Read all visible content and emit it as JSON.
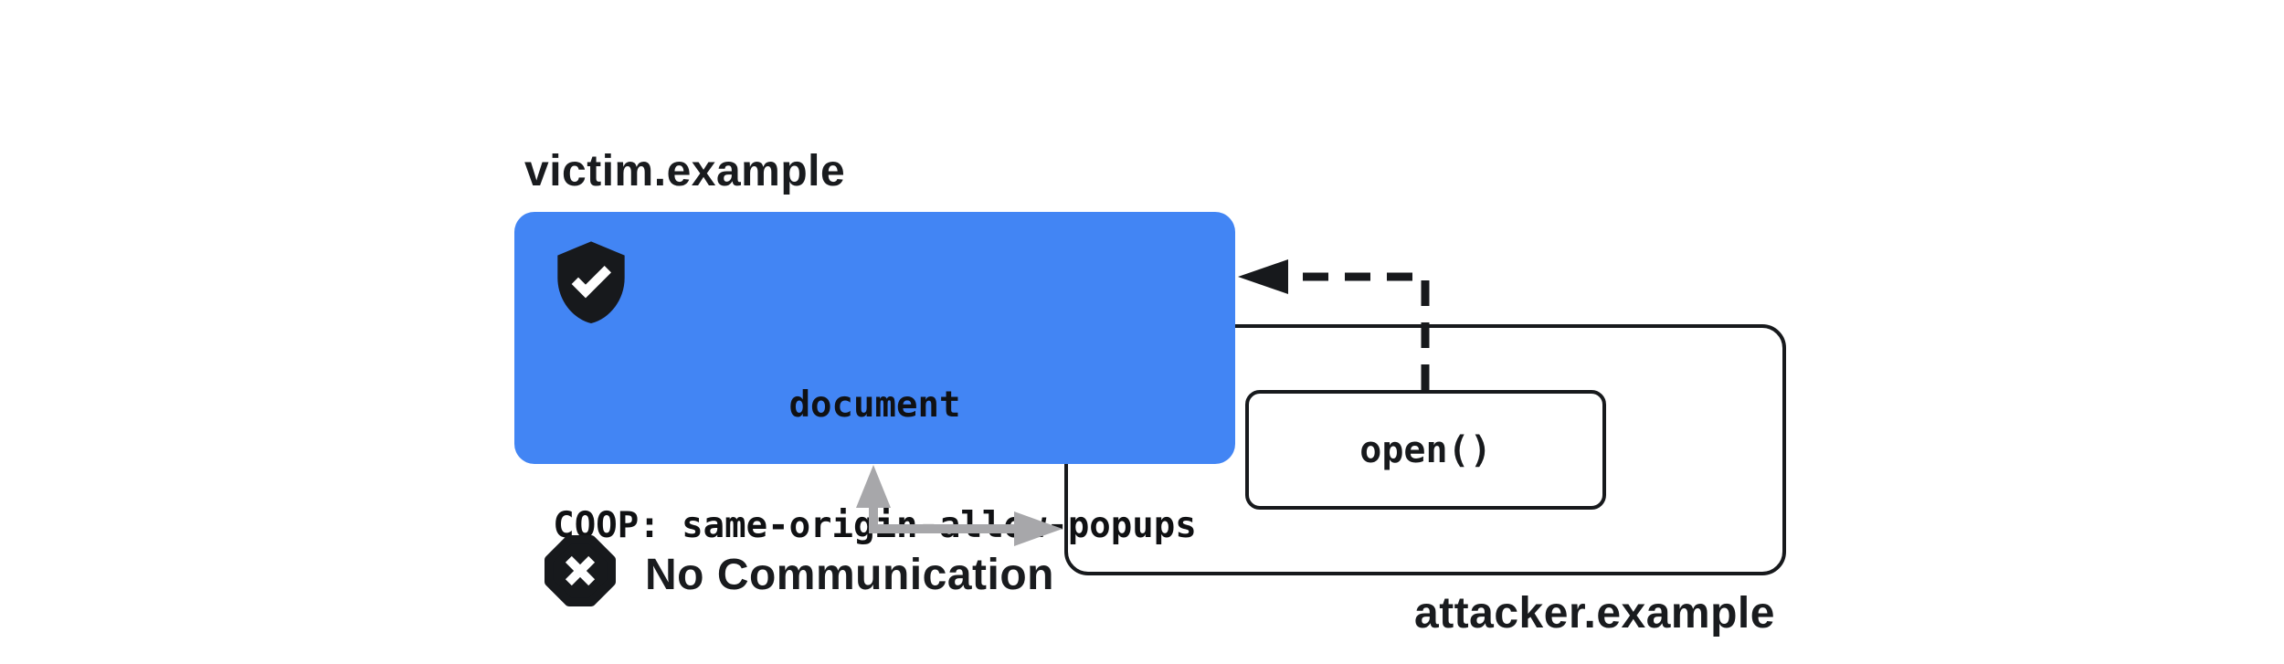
{
  "diagram": {
    "title_context": "COOP same-origin-allow-popups diagram",
    "victim": {
      "label": "victim.example",
      "box_lines": {
        "line1": "document",
        "line2": "COOP: same-origin-allow-popups"
      },
      "shield_icon": "shield-check-icon",
      "box_color": "#4285f4"
    },
    "attacker": {
      "label": "attacker.example",
      "open_call_label": "open()"
    },
    "no_communication": {
      "label": "No Communication",
      "icon": "x-octagon-icon"
    },
    "arrows": {
      "opener_reference": "dashed-left-arrow",
      "blocked_channel": "gray-elbow-double-arrow"
    },
    "colors": {
      "victim_box": "#4285f4",
      "stroke_black": "#17191c",
      "gray_arrow": "#a7a7aa",
      "background": "#ffffff"
    }
  }
}
